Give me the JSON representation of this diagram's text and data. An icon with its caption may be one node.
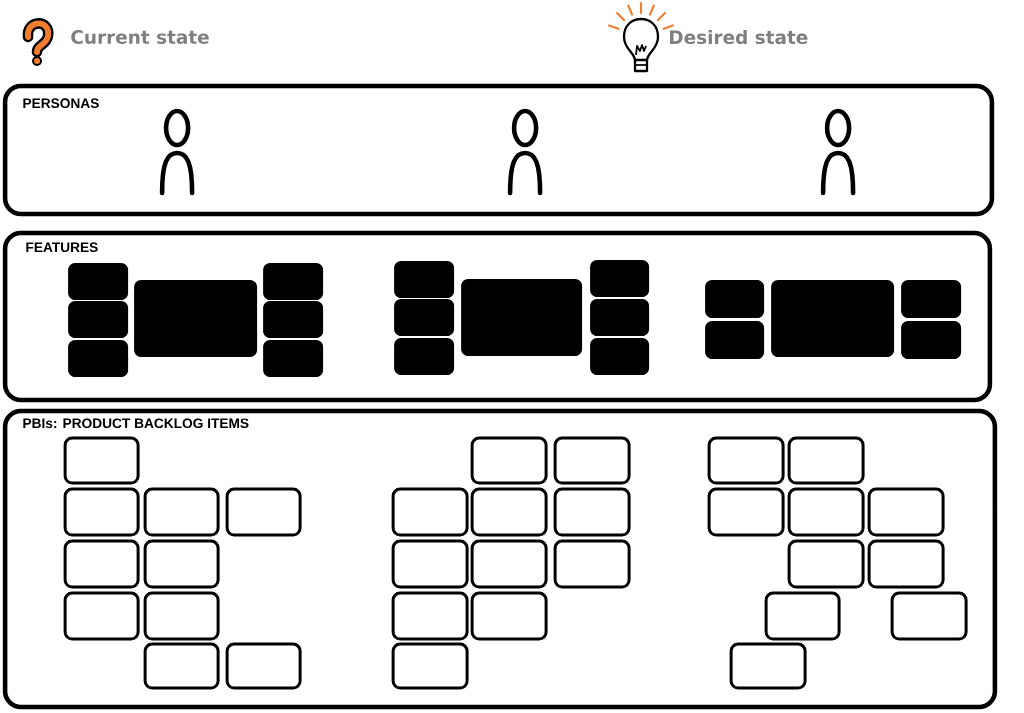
{
  "diagram": {
    "nodes": [
      {
        "text": [
          "PERSONAS"
        ]
      },
      {
        "text": [],
        "shape": "person",
        "in": 0
      },
      {
        "text": [],
        "shape": "person",
        "in": 0
      },
      {
        "text": [],
        "shape": "person",
        "in": 0
      },
      {
        "text": [
          "FEATURES"
        ]
      },
      {
        "text": [],
        "shape": "box",
        "in": 4
      },
      {
        "text": [],
        "shape": "box",
        "in": 4
      },
      {
        "text": [],
        "shape": "box",
        "in": 4
      },
      {
        "text": [],
        "shape": "box",
        "in": 4
      },
      {
        "text": [],
        "shape": "box",
        "in": 4
      },
      {
        "text": [],
        "shape": "box",
        "in": 4
      },
      {
        "text": [],
        "shape": "box",
        "in": 4
      },
      {
        "text": [],
        "shape": "box",
        "in": 4
      },
      {
        "text": [],
        "shape": "box",
        "in": 4
      },
      {
        "text": [],
        "shape": "box",
        "in": 4
      },
      {
        "text": [],
        "shape": "box",
        "in": 4
      },
      {
        "text": [],
        "shape": "box",
        "in": 4
      },
      {
        "text": [],
        "shape": "box",
        "in": 4
      },
      {
        "text": [],
        "shape": "box",
        "in": 4
      },
      {
        "text": [],
        "shape": "box",
        "in": 4
      },
      {
        "text": [],
        "shape": "box",
        "in": 4
      },
      {
        "text": [],
        "shape": "box",
        "in": 4
      },
      {
        "text": [],
        "shape": "box",
        "in": 4
      },
      {
        "text": [],
        "shape": "box",
        "in": 4
      },
      {
        "text": [
          "PBIs: PRODUCT BACKLOG ITEMS"
        ]
      },
      {
        "text": [],
        "shape": "box",
        "in": 24
      },
      {
        "text": [],
        "shape": "box",
        "in": 24
      },
      {
        "text": [],
        "shape": "box",
        "in": 24
      },
      {
        "text": [],
        "shape": "box",
        "in": 24
      },
      {
        "text": [],
        "shape": "box",
        "in": 24
      },
      {
        "text": [],
        "shape": "box",
        "in": 24
      },
      {
        "text": [],
        "shape": "box",
        "in": 24
      },
      {
        "text": [],
        "shape": "box",
        "in": 24
      },
      {
        "text": [],
        "shape": "box",
        "in": 24
      },
      {
        "text": [],
        "shape": "box",
        "in": 24
      },
      {
        "text": [],
        "shape": "box",
        "in": 24
      },
      {
        "text": [],
        "shape": "box",
        "in": 24
      },
      {
        "text": [],
        "shape": "box",
        "in": 24
      },
      {
        "text": [],
        "shape": "box",
        "in": 24
      },
      {
        "text": [],
        "shape": "box",
        "in": 24
      },
      {
        "text": [],
        "shape": "box",
        "in": 24
      },
      {
        "text": [],
        "shape": "box",
        "in": 24
      },
      {
        "text": [],
        "shape": "box",
        "in": 24
      },
      {
        "text": [],
        "shape": "box",
        "in": 24
      },
      {
        "text": [],
        "shape": "box",
        "in": 24
      },
      {
        "text": [],
        "shape": "box",
        "in": 24
      },
      {
        "text": [],
        "shape": "box",
        "in": 24
      },
      {
        "text": [],
        "shape": "box",
        "in": 24
      },
      {
        "text": [],
        "shape": "box",
        "in": 24
      },
      {
        "text": [],
        "shape": "box",
        "in": 24
      },
      {
        "text": [],
        "shape": "box",
        "in": 24
      },
      {
        "text": [],
        "shape": "box",
        "in": 24
      },
      {
        "text": [],
        "shape": "box",
        "in": 24
      },
      {
        "text": [],
        "shape": "box",
        "in": 24
      },
      {
        "text": [],
        "shape": "box",
        "in": 24
      },
      {
        "text": [],
        "shape": "box",
        "in": 24
      }
    ],
    "labels": [
      "Current state",
      "Desired state"
    ]
  }
}
